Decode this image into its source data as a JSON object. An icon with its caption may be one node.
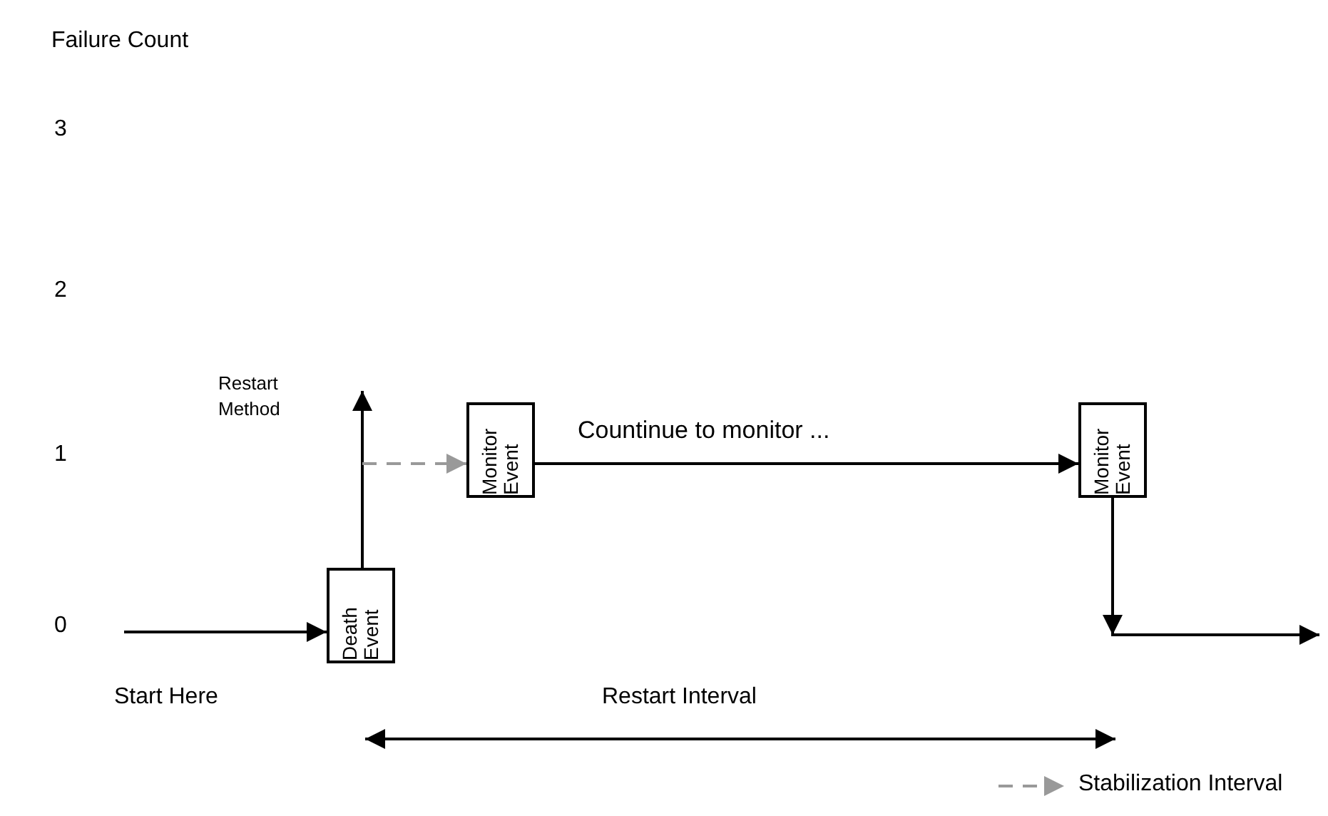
{
  "diagram": {
    "nodes": [
      {
        "text": [
          "Death Event"
        ]
      },
      {
        "text": [
          "Monitor Event"
        ]
      },
      {
        "text": [
          "Monitor Event"
        ]
      }
    ],
    "edges": [
      {
        "from": null,
        "to": 0,
        "arrow": "to"
      },
      {
        "from": 0,
        "to": null,
        "arrow": "to"
      },
      {
        "from": null,
        "to": 1,
        "arrow": "to",
        "style": "dashed",
        "color": "#999999"
      },
      {
        "from": 1,
        "to": 2,
        "arrow": "to",
        "label": "Countinue to monitor ..."
      },
      {
        "from": 2,
        "to": null,
        "arrow": "to"
      }
    ],
    "labels": [
      "Failure Count",
      "3",
      "2",
      "Restart Method",
      "1",
      "0",
      "Start Here",
      "Restart Interval"
    ],
    "legend": [
      {
        "text": "Stabilization Interval"
      }
    ]
  }
}
